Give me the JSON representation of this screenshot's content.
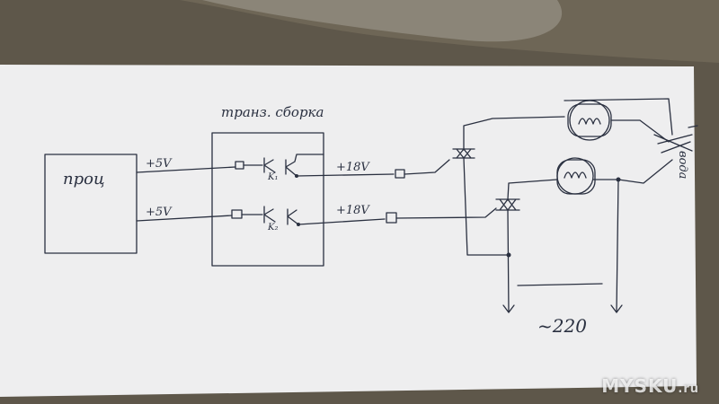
{
  "colors": {
    "ink": "#2a3040",
    "paper": "#eeeeef",
    "background": "#5a5346"
  },
  "labels": {
    "mcu": "проц",
    "transistor_array": "транз. сборка",
    "plus5_top": "+5V",
    "plus5_bottom": "+5V",
    "plus18_top": "+18V",
    "plus18_bottom": "+18V",
    "k1": "K₁",
    "k2": "K₂",
    "water": "вода",
    "mains": "~220"
  },
  "watermark": {
    "brand": "MYSKU",
    "suffix": ".ru"
  }
}
